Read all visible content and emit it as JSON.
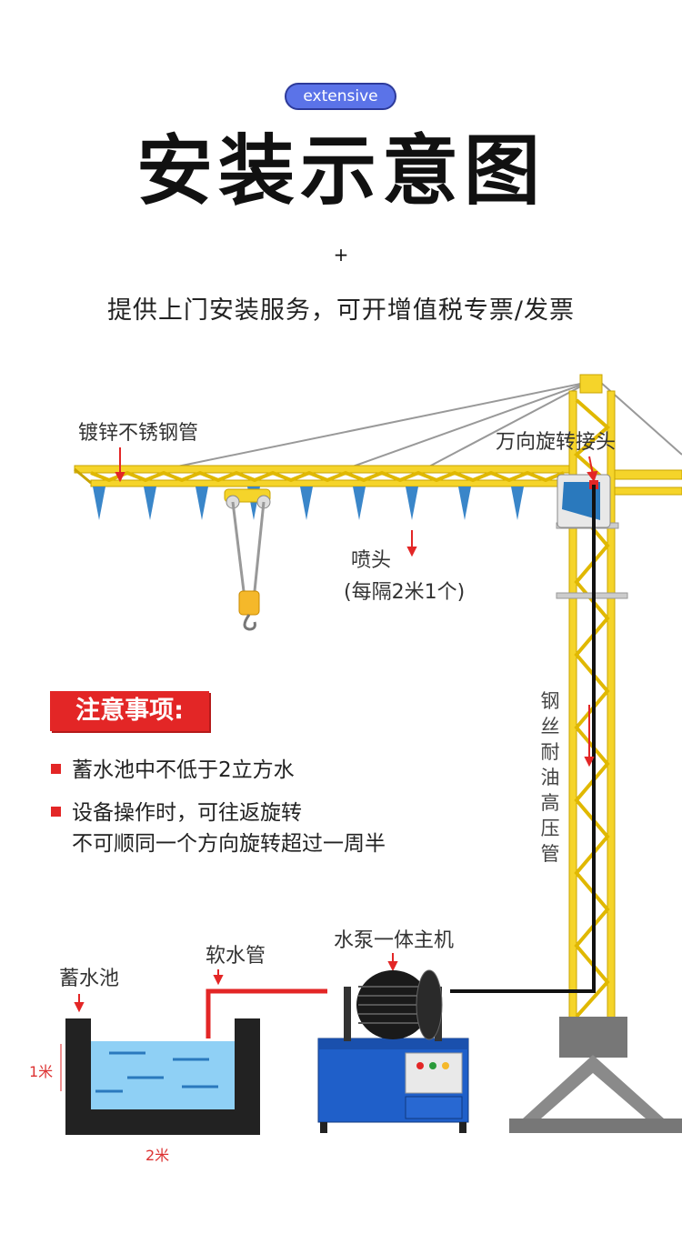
{
  "header": {
    "badge": "extensive",
    "title": "安装示意图",
    "plus": "+",
    "subtitle": "提供上门安装服务，可开增值税专票/发票"
  },
  "labels": {
    "pipe": "镀锌不锈钢管",
    "swivel": "万向旋转接头",
    "nozzle": "喷头",
    "nozzle_note": "(每隔2米1个)",
    "hose_vertical": "钢丝耐油高压管",
    "soft_pipe": "软水管",
    "pump": "水泵一体主机",
    "tank": "蓄水池",
    "height": "1米",
    "width": "2米"
  },
  "notice": {
    "heading": "注意事项:",
    "items": [
      {
        "line1": "蓄水池中不低于2立方水",
        "line2": ""
      },
      {
        "line1": "设备操作时，可往返旋转",
        "line2": "不可顺同一个方向旋转超过一周半"
      }
    ]
  },
  "colors": {
    "crane_yellow": "#f5d42a",
    "crane_outline": "#c9a400",
    "accent_red": "#e32626",
    "water_blue": "#8fd0f5",
    "machine_blue": "#1f5fc9",
    "nozzle_blue": "#3a86c9"
  }
}
